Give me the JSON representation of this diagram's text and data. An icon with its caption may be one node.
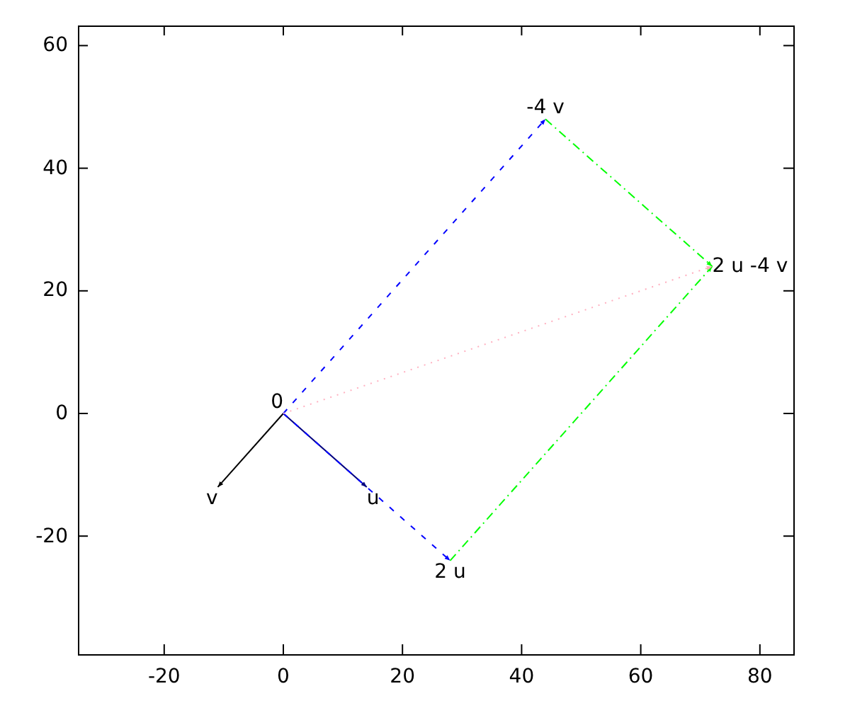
{
  "diagram": {
    "nodes": [
      {
        "text": [
          "0"
        ]
      },
      {
        "text": [
          "v"
        ]
      },
      {
        "text": [
          "u"
        ]
      },
      {
        "text": [
          "2 u"
        ]
      },
      {
        "text": [
          "-4 v"
        ]
      },
      {
        "text": [
          "2 u -4 v"
        ]
      }
    ],
    "edges": [
      {
        "from": 0,
        "to": 1,
        "arrow": "to",
        "color": "#000000"
      },
      {
        "from": 0,
        "to": 2,
        "arrow": "to",
        "color": "#000080"
      },
      {
        "from": 0,
        "to": 3,
        "arrow": "to",
        "style": "dashed",
        "color": "#0000ff"
      },
      {
        "from": 0,
        "to": 4,
        "arrow": "to",
        "style": "dashed",
        "color": "#0000ff"
      },
      {
        "from": 4,
        "to": 5,
        "arrow": "to",
        "style": "dashed",
        "color": "#00ff00"
      },
      {
        "from": 3,
        "to": 5,
        "arrow": "to",
        "style": "dashed",
        "color": "#00ff00"
      },
      {
        "from": 0,
        "to": 5,
        "arrow": "to",
        "style": "dashed",
        "color": "#ffb0c0"
      }
    ],
    "labels": [
      "60",
      "40",
      "20",
      "0",
      "-20",
      "-20",
      "0",
      "20",
      "40",
      "60",
      "80"
    ]
  }
}
